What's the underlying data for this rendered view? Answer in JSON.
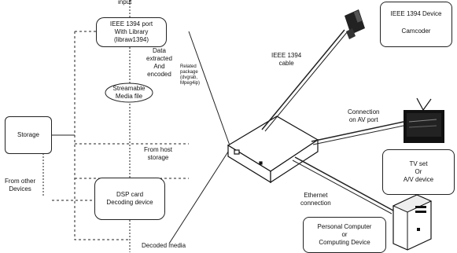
{
  "labels": {
    "input": "input",
    "port_line1": "IEEE 1394 port",
    "port_line2": "With Library",
    "port_line3": "(libraw1394)",
    "data_extracted": "Data\nextracted\nAnd\nencoded",
    "related_package": "Related\npackage\n(dvgrab,\nMpeg4ip)",
    "streamable_line1": "Streamable",
    "streamable_line2": "Media file",
    "storage": "Storage",
    "from_host": "From host\nstorage",
    "from_other": "From other\nDevices",
    "dsp_line1": "DSP card",
    "dsp_line2": "Decoding device",
    "decoded_media": "Decoded media",
    "ieee_cable": "IEEE 1394\ncable",
    "device_title": "IEEE 1394 Device",
    "device_name": "Camcoder",
    "connection_av": "Connection\non AV port",
    "tv_line1": "TV set",
    "tv_line2": "Or",
    "tv_line3": "A/V device",
    "ethernet": "Ethernet\nconnection",
    "pc_line1": "Personal Computer",
    "pc_line2": "or",
    "pc_line3": "Computing Device"
  }
}
